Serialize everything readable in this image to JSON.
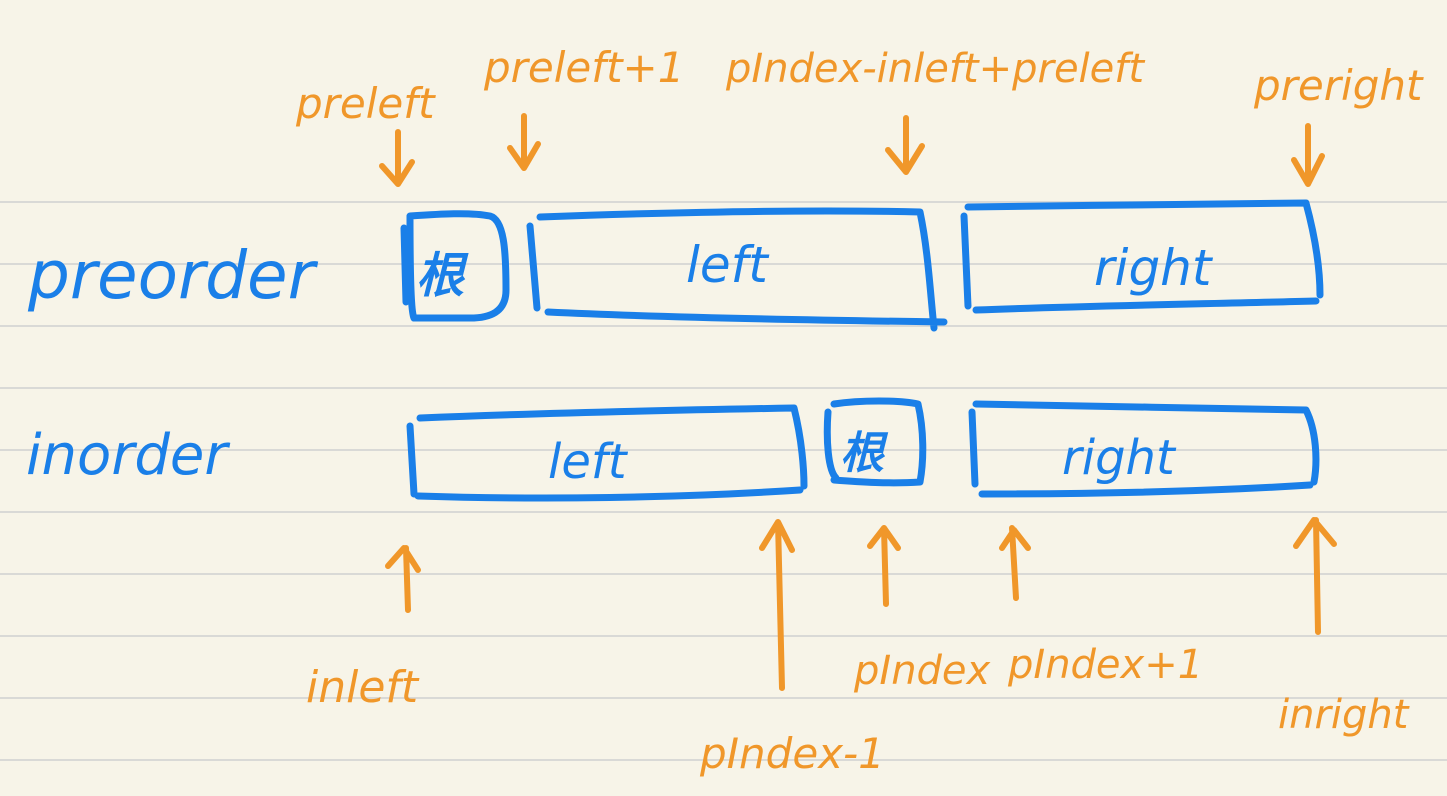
{
  "colors": {
    "paper": "#f7f4e8",
    "rule": "#d9d9d6",
    "blue_ink": "#1a7fe8",
    "orange_ink": "#f0972a"
  },
  "preorder": {
    "row_label": "preorder",
    "segments": {
      "root": "根",
      "left": "left",
      "right": "right"
    },
    "pointers": {
      "preleft": "preleft",
      "preleft_plus_1": "preleft+1",
      "pindex_expr": "pIndex-inleft+preleft",
      "preright": "preright"
    }
  },
  "inorder": {
    "row_label": "inorder",
    "segments": {
      "left": "left",
      "root": "根",
      "right": "right"
    },
    "pointers": {
      "inleft": "inleft",
      "pindex_minus_1": "pIndex-1",
      "pindex": "pIndex",
      "pindex_plus_1": "pIndex+1",
      "inright": "inright"
    }
  }
}
